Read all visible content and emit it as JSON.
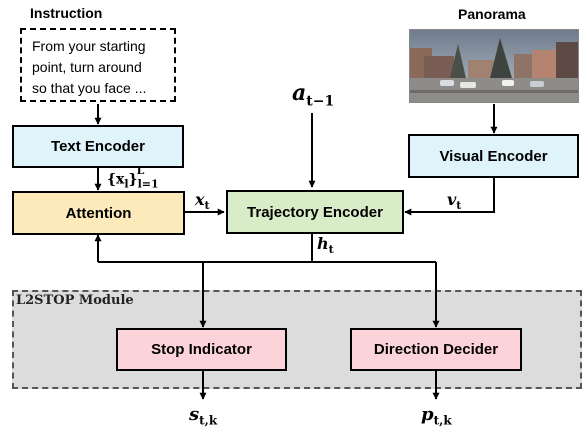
{
  "labels": {
    "instruction_title": "Instruction",
    "panorama_title": "Panorama",
    "instruction_lines": [
      "From your starting",
      "point, turn around",
      "so that you face ..."
    ],
    "module_title": "L2STOP Module"
  },
  "boxes": {
    "text_encoder": "Text Encoder",
    "attention": "Attention",
    "trajectory_encoder": "Trajectory Encoder",
    "visual_encoder": "Visual Encoder",
    "stop_indicator": "Stop Indicator",
    "direction_decider": "Direction Decider"
  },
  "symbols": {
    "a_prev": {
      "base": "a",
      "sub": "t−1"
    },
    "x_set": {
      "base": "{x",
      "sub_inner": "l",
      "close": "}",
      "sub": "l=1",
      "sup": "L"
    },
    "x_t": {
      "base": "x",
      "sub": "t"
    },
    "v_t": {
      "base": "v",
      "sub": "t"
    },
    "h_t": {
      "base": "h",
      "sub": "t"
    },
    "s_tk": {
      "base": "s",
      "sub": "t,k"
    },
    "p_tk": {
      "base": "p",
      "sub": "t,k"
    }
  },
  "colors": {
    "text_encoder_fill": "#dff3fb",
    "attention_fill": "#fdeaba",
    "trajectory_fill": "#d9ecc8",
    "visual_encoder_fill": "#dff3fb",
    "module_fill": "#dcdcdc",
    "stop_fill": "#fcd3d8",
    "direction_fill": "#fcd3d8"
  }
}
